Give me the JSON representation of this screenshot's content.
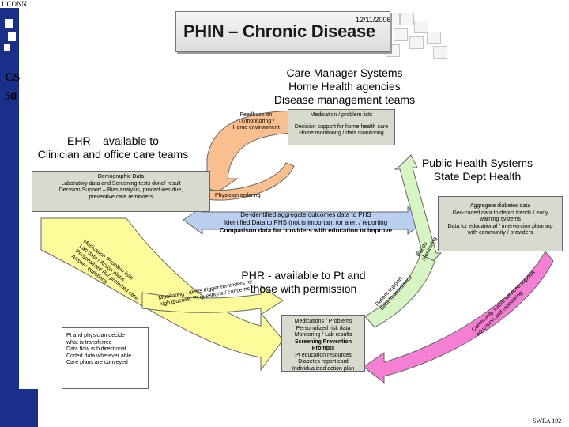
{
  "brand": {
    "logo_text": "UCONN",
    "side_text_1": "CS",
    "side_text_2": "50"
  },
  "header": {
    "date": "12/11/2006",
    "title": "PHIN – Chronic Disease"
  },
  "care_manager": {
    "heading": [
      "Care Manager Systems",
      "Home Health agencies",
      "Disease management teams"
    ],
    "box_lines": [
      "Medication / problem lists",
      "Decision support for home health care",
      "Home monitoring / data monitoring"
    ]
  },
  "ehr": {
    "heading": [
      "EHR – available to",
      "Clinician and office care teams"
    ],
    "box_lines": [
      "Demographic Data",
      "Laboratory data and Screening tests done/ result",
      "Decision Support – Bias analysis, procedures due,",
      "preventive care reminders"
    ]
  },
  "public_health": {
    "heading": [
      "Public Health Systems",
      "State Dept Health"
    ],
    "box_lines": [
      "Aggregate diabetes data",
      "Geo-coded data to depict trends / early",
      "warning systems",
      "Data for educational / intervention planning",
      "with community / providers"
    ]
  },
  "phr": {
    "heading": [
      "PHR - available to Pt and",
      "those with permission"
    ],
    "box_lines": [
      "Medications / Problems",
      "Personalized risk data",
      "Monitoring / Lab results",
      "Screening Prevention Prompts",
      "Pt education resources",
      "Diabetes report card",
      "Individualized action plan"
    ]
  },
  "notes": {
    "lines": [
      "Pt and physician decide",
      "what is transferred",
      "Data flow is bidirectional",
      "Coded data wherever able",
      "Care plans are conveyed"
    ]
  },
  "arrows": {
    "feedback": [
      "Feedback on",
      "Tx/monitoring /",
      "Home environment"
    ],
    "physician_ordering": "Physician ordering",
    "aggregate": [
      "De-identified aggregate outcomes data to PHS",
      "Identified Data to PHS (not is important for alert / reporting",
      "Comparison data for providers with education to improve"
    ],
    "yellow": [
      "Medication /Problem lists",
      "Lab data / Action plans",
      "Personalized Rx/ preferred care",
      "Answer questions"
    ],
    "monitoring": [
      "Monitoring - alerts trigger reminders re:",
      "high glucose, Pt questions / concerns"
    ],
    "trends": [
      "Trends",
      "Monitoring"
    ],
    "patient_support": [
      "Patient support",
      "Benefit assistance"
    ],
    "community": [
      "Community social services support",
      "education and monitoring"
    ]
  },
  "footer": {
    "code": "SWEA 192"
  },
  "colors": {
    "orange": "#f9bf8f",
    "blue": "#b8cff0",
    "green": "#d6f5c2",
    "yellow": "#fbfb9a",
    "pink": "#f57fd3",
    "box": "#d6dbcd",
    "brand": "#1a2f8a"
  }
}
